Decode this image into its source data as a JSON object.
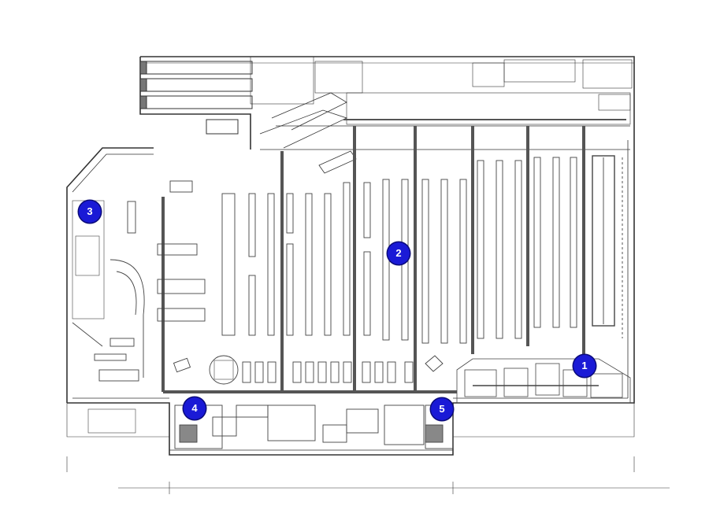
{
  "plan": {
    "markers": [
      {
        "id": "marker-1",
        "label": "1"
      },
      {
        "id": "marker-2",
        "label": "2"
      },
      {
        "id": "marker-3",
        "label": "3"
      },
      {
        "id": "marker-4",
        "label": "4"
      },
      {
        "id": "marker-5",
        "label": "5"
      }
    ],
    "colors": {
      "line": "#2b2b2b",
      "duct": "#555555",
      "marker": "#1a1ad6",
      "marker_text": "#ffffff"
    }
  }
}
